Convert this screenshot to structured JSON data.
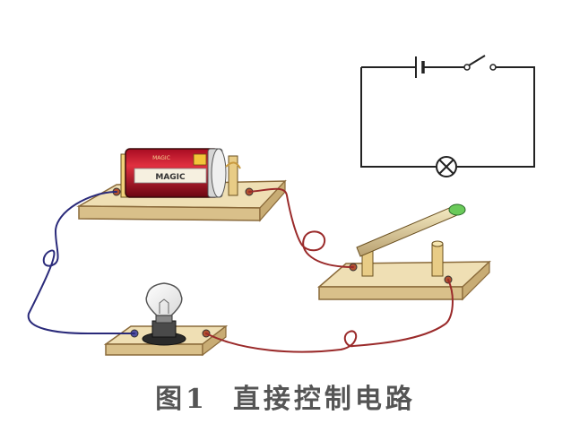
{
  "caption": {
    "figure_number": "图1",
    "title": "直接控制电路"
  },
  "battery_label": {
    "line1": "MAGIC",
    "line2": "MAGIC"
  },
  "colors": {
    "wood": "#eedcb0",
    "wood_edge": "#8a6a3a",
    "battery_red": "#c8102e",
    "wire_red": "#9a2a2a",
    "wire_blue": "#2a2a7a",
    "switch_green": "#6aca5a"
  }
}
